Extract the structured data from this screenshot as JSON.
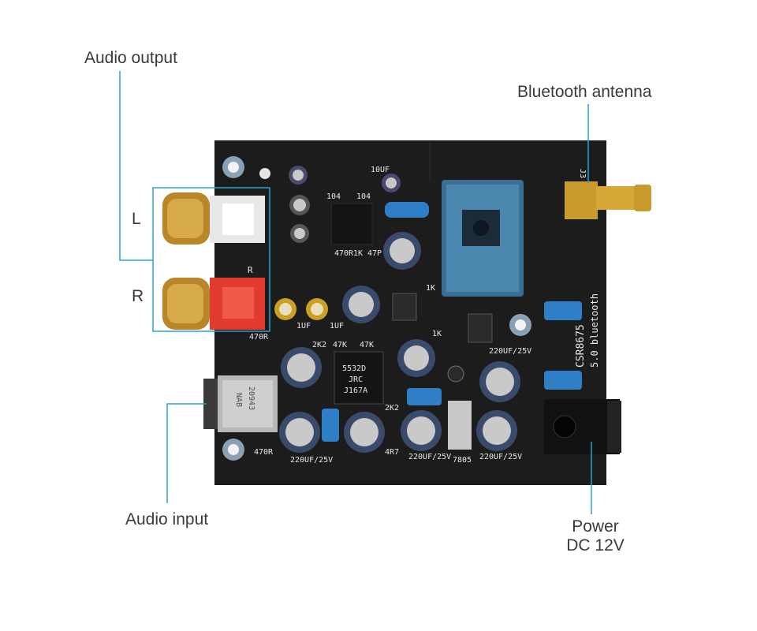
{
  "labels": {
    "audio_output": "Audio output",
    "bluetooth_antenna": "Bluetooth antenna",
    "left": "L",
    "right": "R",
    "audio_input": "Audio input",
    "power_line1": "Power",
    "power_line2": "DC 12V"
  },
  "silkscreen": {
    "board_name_1": "CSR8675",
    "board_name_2": "5.0 bluetooth",
    "cap_main": "220UF/25V",
    "cap_small": "10UF",
    "cap_1uf": "1UF",
    "chip_1": "5532D",
    "chip_2": "JRC",
    "chip_3": "J167A",
    "jack_1": "NAB",
    "jack_2": "20943",
    "reg": "7805",
    "res_470r": "470R",
    "res_1k": "1K",
    "res_47k": "47K",
    "res_2k2": "2K2",
    "res_4r7": "4R7",
    "res_47p": "47P",
    "code_104": "104",
    "antenna_ref": "J3",
    "rca_r": "R"
  },
  "colors": {
    "leader_line": "#2b9fd6",
    "board": "#1c1c1c",
    "gold": "#c99a2e",
    "module": "#3a6e93",
    "blue_cap": "#2f7fc6",
    "red_jack": "#e23a2e"
  }
}
